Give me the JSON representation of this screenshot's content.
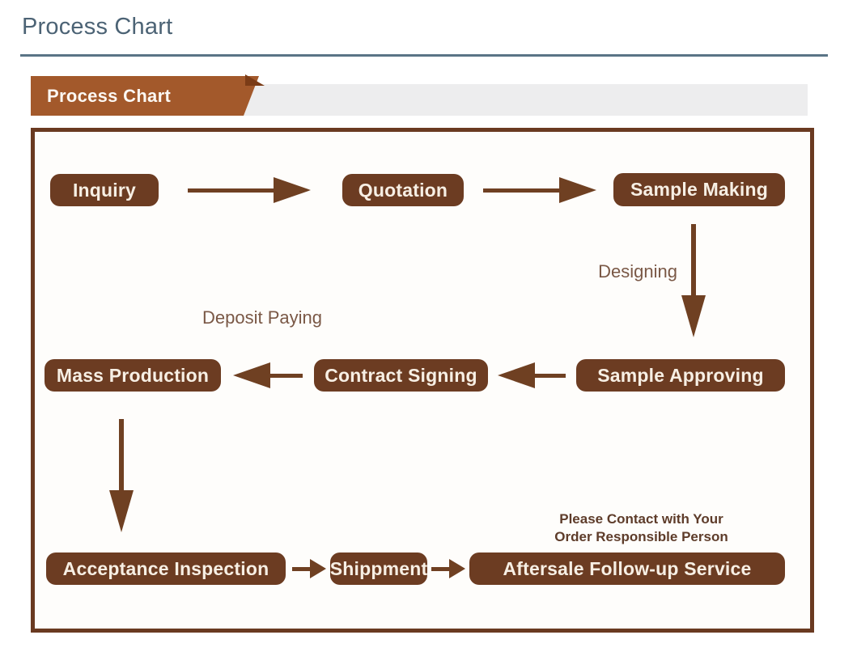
{
  "page": {
    "title": "Process Chart"
  },
  "section": {
    "ribbon_label": "Process Chart"
  },
  "colors": {
    "heading_text": "#4c6375",
    "heading_rule": "#5a7486",
    "ribbon_brown": "#a3592b",
    "ribbon_fold_brown": "#7b3c17",
    "ribbon_track_gray": "#ededee",
    "node_fill_brown": "#6c3c22",
    "node_text_cream": "#f7efe4",
    "arrow_brown": "#6f4022",
    "edge_label_brown": "#7a5846",
    "note_brown": "#5e3c2a",
    "frame_border_brown": "#6a3a21"
  },
  "icons": {
    "arrow_right": "right-pointing flow arrow",
    "arrow_left": "left-pointing flow arrow",
    "arrow_down": "down-pointing flow arrow"
  },
  "flowchart": {
    "nodes": [
      {
        "id": "inquiry",
        "label": "Inquiry"
      },
      {
        "id": "quotation",
        "label": "Quotation"
      },
      {
        "id": "sample-making",
        "label": "Sample Making"
      },
      {
        "id": "sample-approving",
        "label": "Sample Approving"
      },
      {
        "id": "contract-signing",
        "label": "Contract Signing"
      },
      {
        "id": "mass-production",
        "label": "Mass Production"
      },
      {
        "id": "acceptance-inspection",
        "label": "Acceptance Inspection"
      },
      {
        "id": "shippment",
        "label": "Shippment"
      },
      {
        "id": "aftersale",
        "label": "Aftersale Follow-up Service"
      }
    ],
    "edge_labels": {
      "designing": "Designing",
      "deposit_paying": "Deposit Paying"
    },
    "note_line1": "Please Contact with Your",
    "note_line2": "Order Responsible Person"
  }
}
